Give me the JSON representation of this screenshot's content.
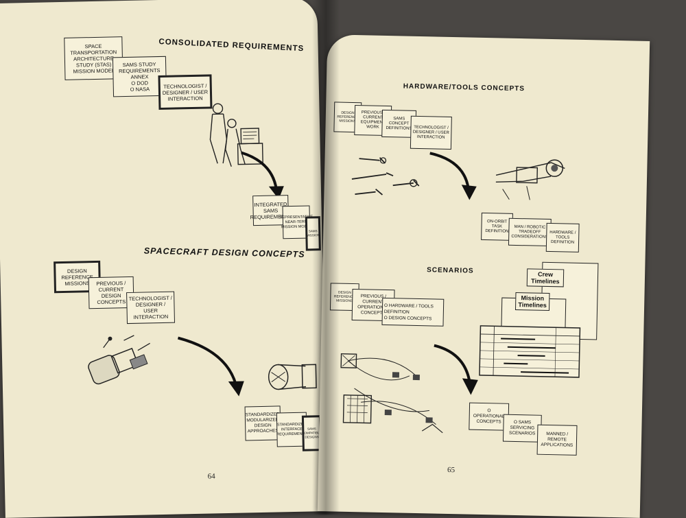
{
  "left_page": {
    "page_number": "64",
    "consolidated": {
      "heading": "CONSOLIDATED REQUIREMENTS",
      "box1": "SPACE TRANSPORTATION ARCHITECTURE STUDY (STAS) MISSION MODEL",
      "box2_title": "SAMS STUDY REQUIREMENTS ANNEX",
      "box2_item1": "o DoD",
      "box2_item2": "o NASA",
      "box3": "TECHNOLOGIST / DESIGNER / USER INTERACTION",
      "out1": "INTEGRATED SAMS REQUIREMENTS",
      "out2": "REPRESENTATIVE NEAR-TERM MISSION MODEL",
      "out3": "SAMS MISSION"
    },
    "spacecraft": {
      "heading": "SPACECRAFT DESIGN CONCEPTS",
      "box1": "DESIGN REFERENCE MISSIONS",
      "box2": "PREVIOUS / CURRENT DESIGN CONCEPTS",
      "box3": "TECHNOLOGIST / DESIGNER / USER INTERACTION",
      "out1": "STANDARDIZED MODULARIZED DESIGN APPROACHES",
      "out2": "STANDARDIZED INTERFACE REQUIREMENTS",
      "out3": "SAMS COMPATIBLE DESIGNS"
    }
  },
  "right_page": {
    "page_number": "65",
    "hardware": {
      "heading": "HARDWARE/TOOLS CONCEPTS",
      "box1": "DESIGN REFERENCE MISSIONS",
      "box2": "PREVIOUS / CURRENT EQUIPMENT WORK",
      "box3": "SAMS CONCEPT DEFINITIONS",
      "box4": "TECHNOLOGIST / DESIGNER / USER INTERACTION",
      "out1": "ON-ORBIT TASK DEFINITION",
      "out2": "MAN / ROBOTIC TRADEOFF CONSIDERATIONS",
      "out3": "HARDWARE / TOOLS DEFINITION"
    },
    "scenarios": {
      "heading": "SCENARIOS",
      "box1": "DESIGN REFERENCE MISSIONS",
      "box2": "PREVIOUS / CURRENT OPERATIONAL CONCEPTS",
      "box3_item1": "o HARDWARE / TOOLS DEFINITION",
      "box3_item2": "o DESIGN CONCEPTS",
      "crew_timelines": "Crew Timelines",
      "mission_timelines": "Mission Timelines",
      "out1": "o OPERATIONAL CONCEPTS",
      "out2": "o SAMS SERVICING SCENARIOS",
      "out3": "MANNED / REMOTE APPLICATIONS"
    }
  }
}
